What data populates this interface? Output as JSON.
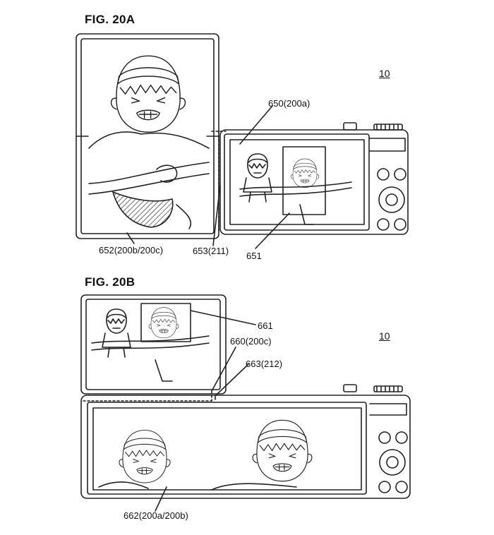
{
  "figure_a": {
    "title": "FIG. 20A",
    "ref": "10",
    "labels": {
      "upper": "650(200a)",
      "left": "652(200b/200c)",
      "hinge": "653(211)",
      "frame": "651"
    }
  },
  "figure_b": {
    "title": "FIG. 20B",
    "ref": "10",
    "labels": {
      "frame": "661",
      "upper": "660(200c)",
      "hinge": "663(212)",
      "bottom": "662(200a/200b)"
    }
  },
  "colors": {
    "line": "#222222",
    "background": "#ffffff"
  },
  "icons": [
    "child-face-illustration",
    "camera-dial-icon",
    "camera-button-icon"
  ]
}
